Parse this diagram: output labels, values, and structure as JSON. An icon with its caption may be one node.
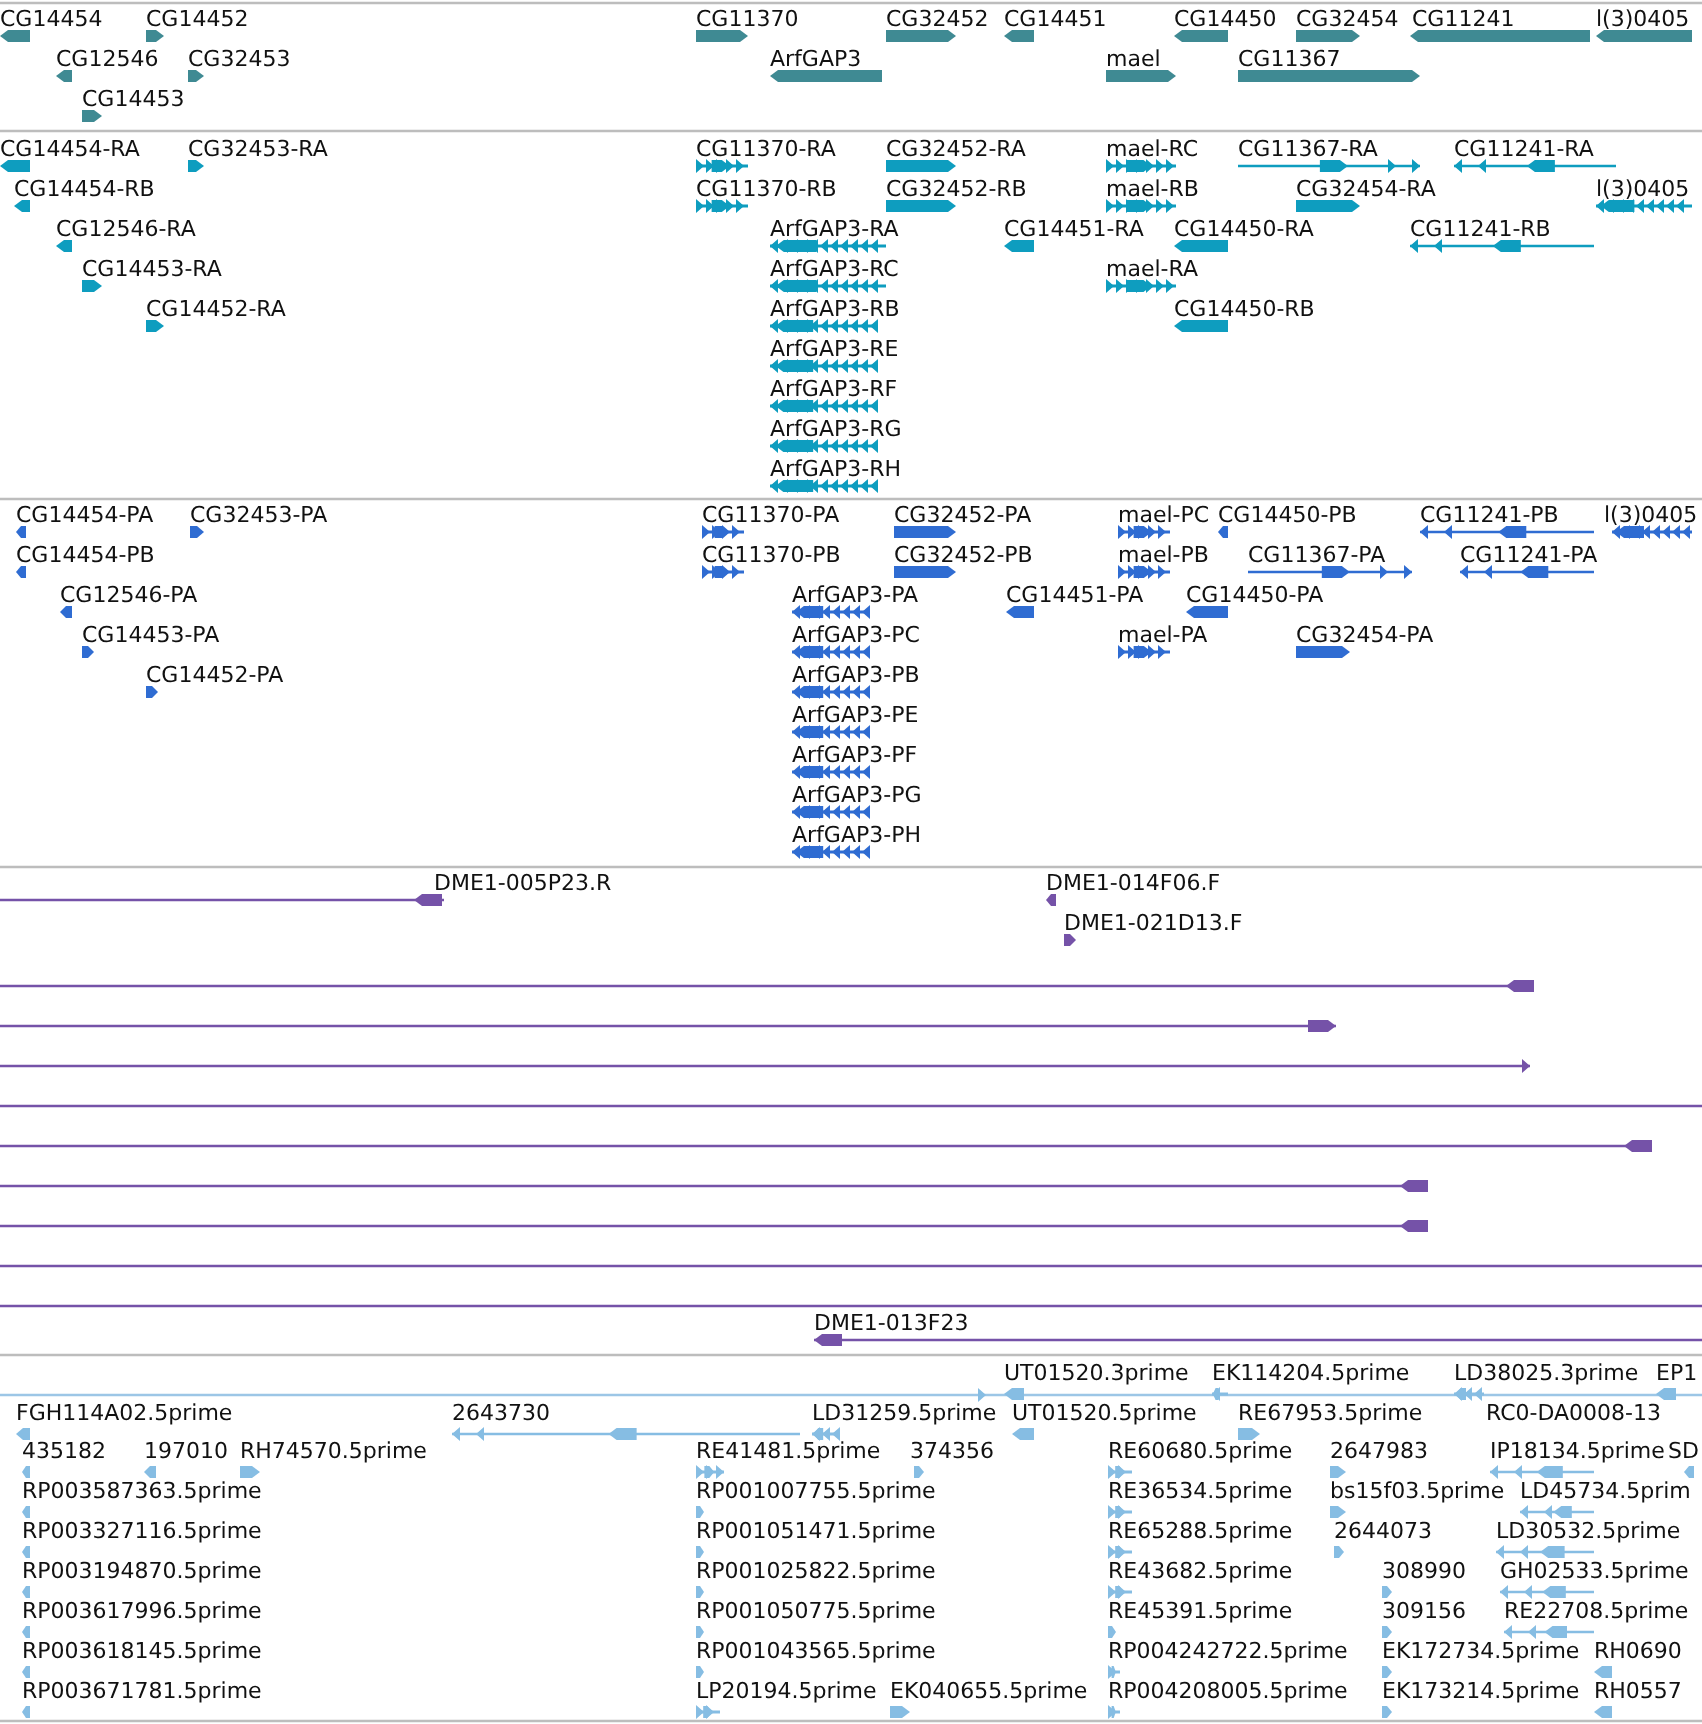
{
  "diagram": {
    "labels": [
      "CG14454",
      "CG14452",
      "CG11370",
      "CG32452",
      "CG14451",
      "CG14450",
      "CG32454",
      "CG11241",
      "l(3)0405",
      "CG12546",
      "CG32453",
      "ArfGAP3",
      "mael",
      "CG11367",
      "CG14453",
      "CG14454-RA",
      "CG32453-RA",
      "CG11370-RA",
      "CG32452-RA",
      "mael-RC",
      "CG11367-RA",
      "CG11241-RA",
      "CG14454-RB",
      "CG11370-RB",
      "CG32452-RB",
      "mael-RB",
      "CG32454-RA",
      "l(3)0405",
      "CG12546-RA",
      "ArfGAP3-RA",
      "CG14451-RA",
      "CG14450-RA",
      "CG11241-RB",
      "CG14453-RA",
      "ArfGAP3-RC",
      "mael-RA",
      "CG14452-RA",
      "ArfGAP3-RB",
      "CG14450-RB",
      "ArfGAP3-RE",
      "ArfGAP3-RF",
      "ArfGAP3-RG",
      "ArfGAP3-RH",
      "CG14454-PA",
      "CG32453-PA",
      "CG11370-PA",
      "CG32452-PA",
      "mael-PC",
      "CG14450-PB",
      "CG11241-PB",
      "l(3)0405",
      "CG14454-PB",
      "CG11370-PB",
      "CG32452-PB",
      "mael-PB",
      "CG11367-PA",
      "CG11241-PA",
      "CG12546-PA",
      "ArfGAP3-PA",
      "CG14451-PA",
      "CG14450-PA",
      "CG14453-PA",
      "ArfGAP3-PC",
      "mael-PA",
      "CG32454-PA",
      "CG14452-PA",
      "ArfGAP3-PB",
      "ArfGAP3-PE",
      "ArfGAP3-PF",
      "ArfGAP3-PG",
      "ArfGAP3-PH",
      "DME1-005P23.R",
      "DME1-014F06.F",
      "DME1-021D13.F",
      "DME1-013F23",
      "UT01520.3prime",
      "EK114204.5prime",
      "LD38025.3prime",
      "EP1",
      "FGH114A02.5prime",
      "2643730",
      "LD31259.5prime",
      "UT01520.5prime",
      "RE67953.5prime",
      "RC0-DA0008-13",
      "435182",
      "197010",
      "RH74570.5prime",
      "RE41481.5prime",
      "374356",
      "RE60680.5prime",
      "2647983",
      "IP18134.5prime",
      "SD",
      "RP003587363.5prime",
      "RP001007755.5prime",
      "RE36534.5prime",
      "bs15f03.5prime",
      "LD45734.5prim",
      "RP003327116.5prime",
      "RP001051471.5prime",
      "RE65288.5prime",
      "2644073",
      "LD30532.5prime",
      "RP003194870.5prime",
      "RP001025822.5prime",
      "RE43682.5prime",
      "308990",
      "GH02533.5prime",
      "RP003617996.5prime",
      "RP001050775.5prime",
      "RE45391.5prime",
      "309156",
      "RE22708.5prime",
      "RP003618145.5prime",
      "RP001043565.5prime",
      "RP004242722.5prime",
      "EK172734.5prime",
      "RH0690",
      "RP003671781.5prime",
      "LP20194.5prime",
      "EK040655.5prime",
      "RP004208005.5prime",
      "EK173214.5prime",
      "RH0557"
    ]
  }
}
